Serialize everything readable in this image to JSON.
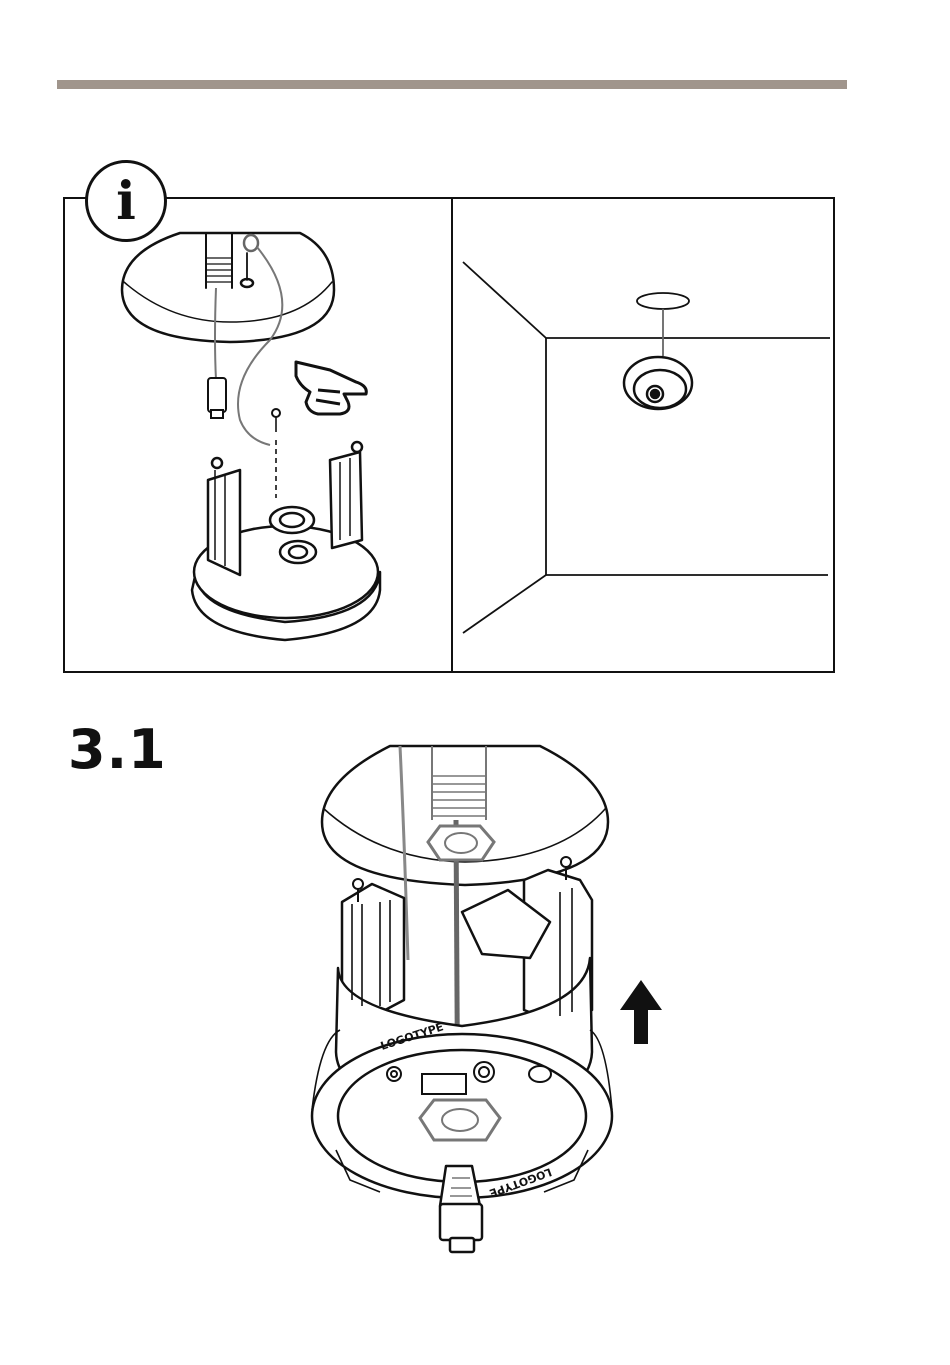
{
  "info": {
    "badge_glyph": "i"
  },
  "step": {
    "number": "3.1"
  },
  "labels": {
    "logotype": "LOGOTYPE"
  },
  "colors": {
    "rule": "#a0958c",
    "line": "#111111",
    "cable": "#555555"
  },
  "icons": [
    "info-icon",
    "pointing-hand-icon",
    "up-arrow-icon"
  ]
}
